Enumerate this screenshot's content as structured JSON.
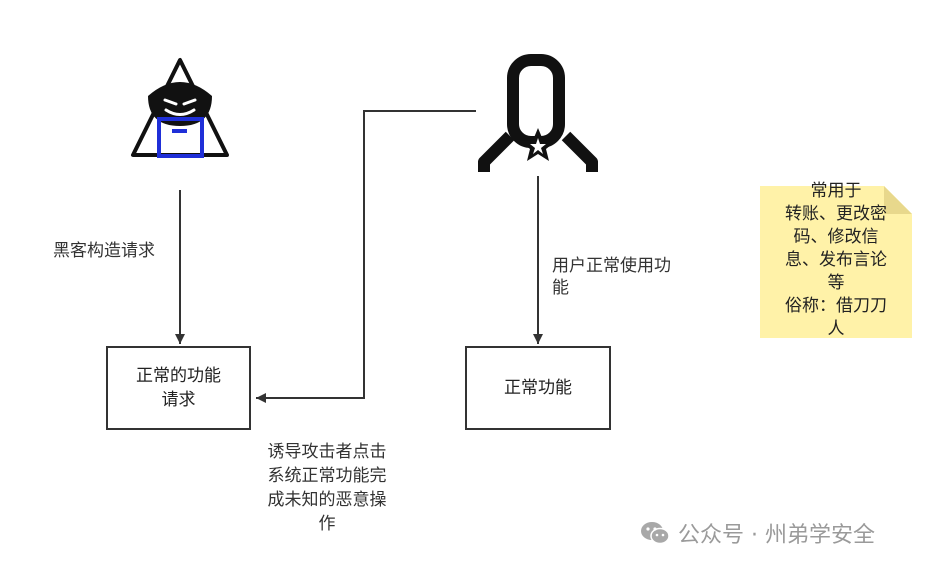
{
  "nodes": {
    "request_box": "正常的功能\n请求",
    "function_box": "正常功能"
  },
  "edges": {
    "hacker_label": "黑客构造请求",
    "user_label": "用户正常使用功\n能",
    "induce_label": "诱导攻击者点击\n系统正常功能完\n成未知的恶意操\n作"
  },
  "note": {
    "text": "常用于\n转账、更改密\n码、修改信\n息、发布言论\n等\n俗称：借刀刀\n人",
    "color": "#fff2a8"
  },
  "watermark": {
    "text": "公众号 · 州弟学安全",
    "icon": "wechat-icon"
  },
  "icons": {
    "hacker": "hacker-icon",
    "user": "user-icon"
  },
  "colors": {
    "stroke": "#333333",
    "hacker_laptop": "#1f2fd8"
  }
}
